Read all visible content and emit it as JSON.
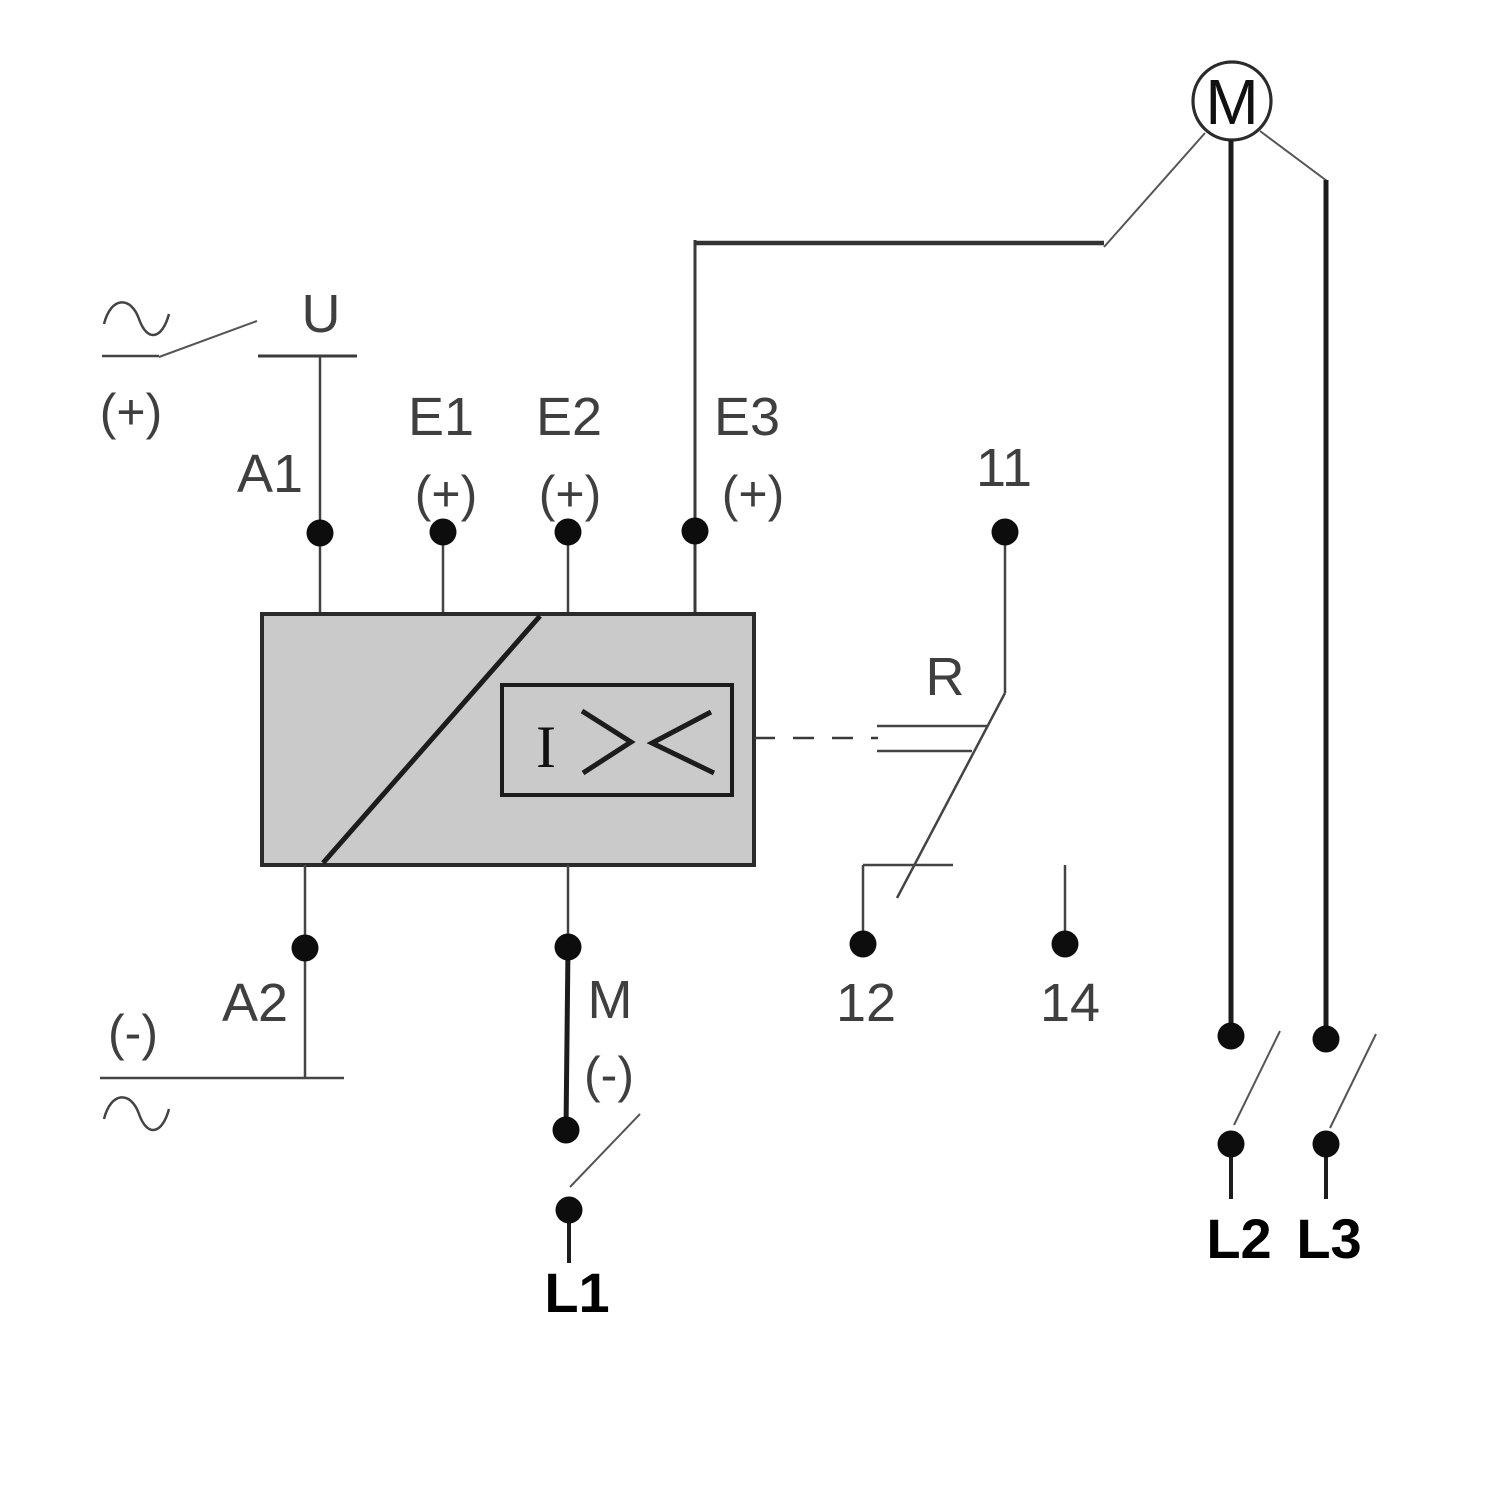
{
  "colors": {
    "background": "#ffffff",
    "line": "#444444",
    "heavy_line": "#1c1c1c",
    "box_fill": "#cacaca",
    "box_stroke": "#2b2b2b",
    "text": "#3f3f3f",
    "bold_text": "#000000"
  },
  "power_source": {
    "u": "U",
    "plus": "(+)",
    "minus": "(-)"
  },
  "device": {
    "a1": "A1",
    "a2": "A2",
    "e1": "E1",
    "e1_polarity": "(+)",
    "e2": "E2",
    "e2_polarity": "(+)",
    "e3": "E3",
    "e3_polarity": "(+)",
    "current_symbol": "I"
  },
  "relay": {
    "name": "R",
    "common": "11",
    "nc": "12",
    "no": "14"
  },
  "output": {
    "m": "M",
    "m_polarity": "(-)"
  },
  "mains": {
    "l1": "L1",
    "l2": "L2",
    "l3": "L3"
  },
  "motor": {
    "label": "M"
  }
}
